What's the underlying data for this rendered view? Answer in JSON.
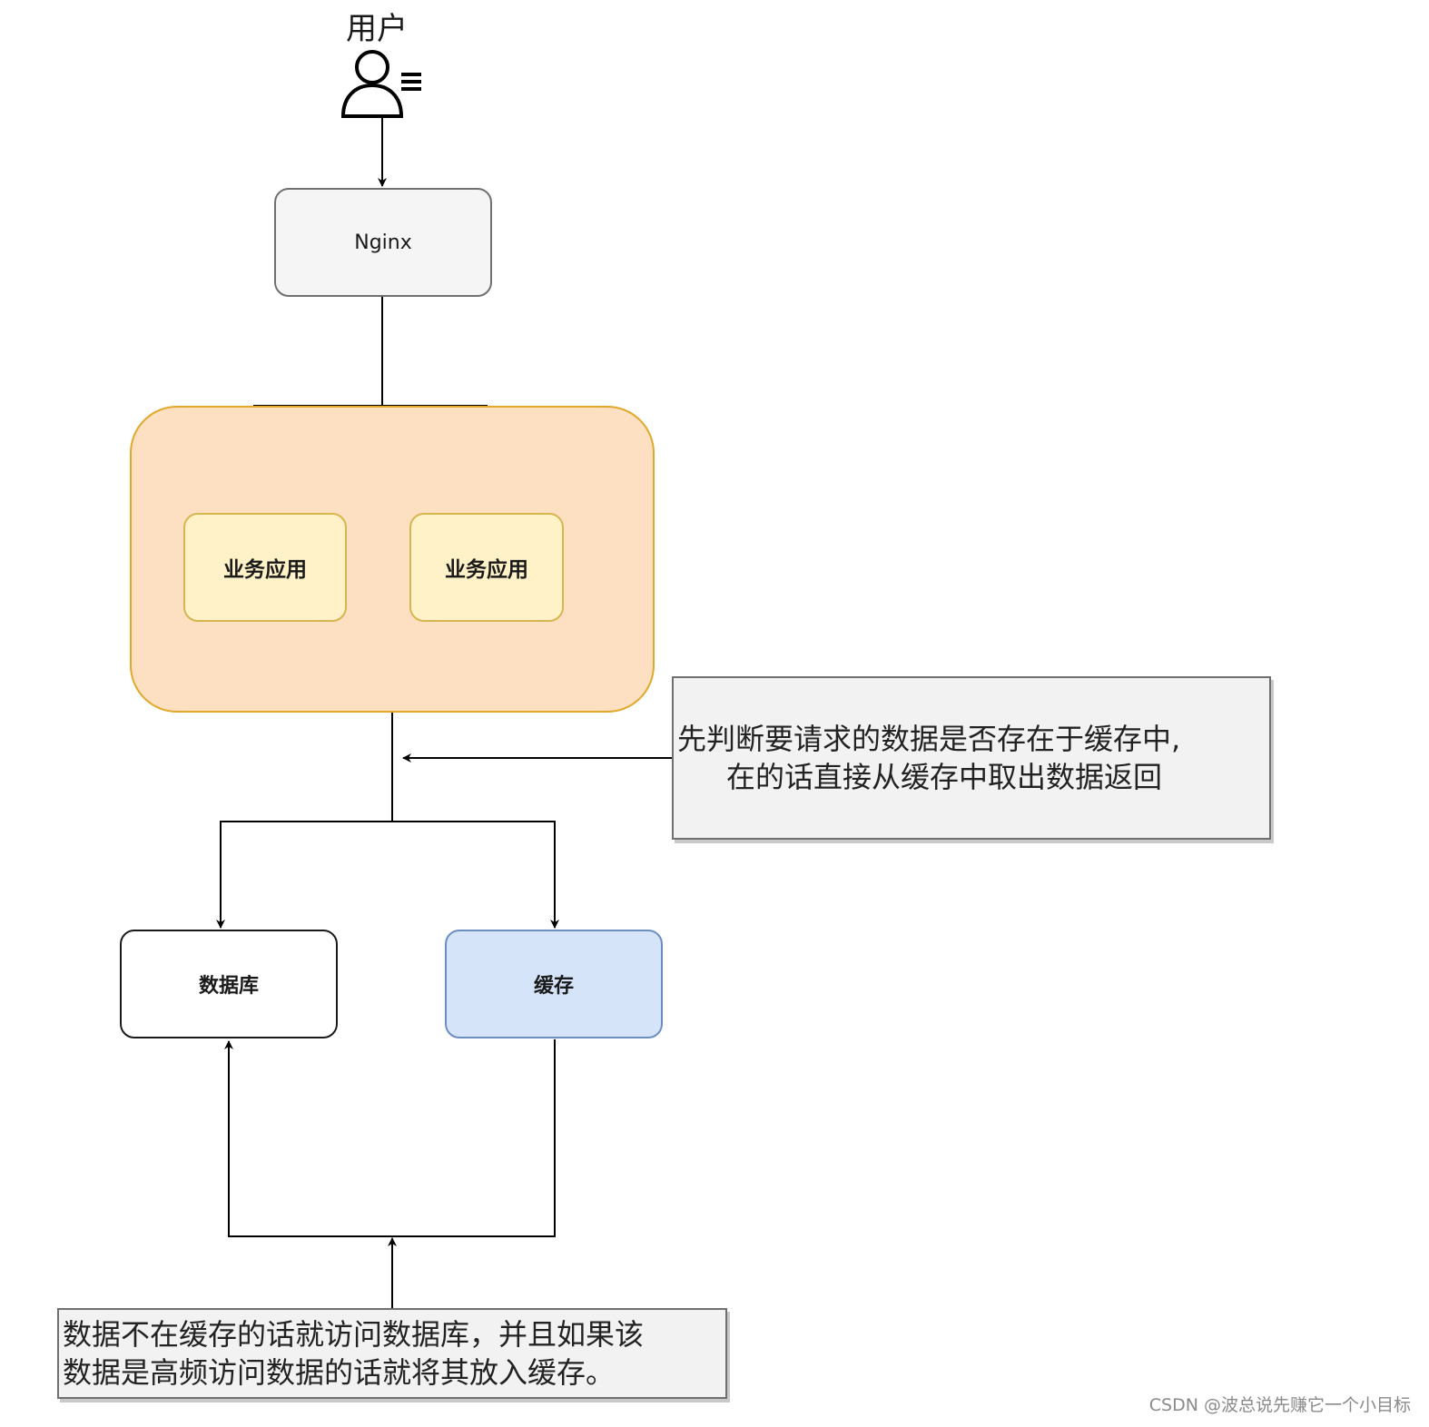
{
  "user": {
    "label": "用户",
    "icon": "user-icon"
  },
  "nodes": {
    "nginx": "Nginx",
    "app_1": "业务应用",
    "app_2": "业务应用",
    "database": "数据库",
    "cache": "缓存"
  },
  "notes": {
    "cache_check_line_1": "先判断要请求的数据是否存在于缓存中,",
    "cache_check_line_2": "在的话直接从缓存中取出数据返回",
    "db_fallback_line_1": "数据不在缓存的话就访问数据库，并且如果该",
    "db_fallback_line_2": "数据是高频访问数据的话就将其放入缓存。"
  },
  "watermark": "CSDN @波总说先赚它一个小目标",
  "colors": {
    "nginx_fill": "#f5f5f5",
    "cluster_fill": "#fddfc2",
    "cluster_border": "#e3a72a",
    "app_fill": "#fff2c8",
    "app_border": "#d7b54f",
    "cache_fill": "#d6e4f9",
    "cache_border": "#6c8ebf",
    "note_fill": "#f2f2f2"
  }
}
